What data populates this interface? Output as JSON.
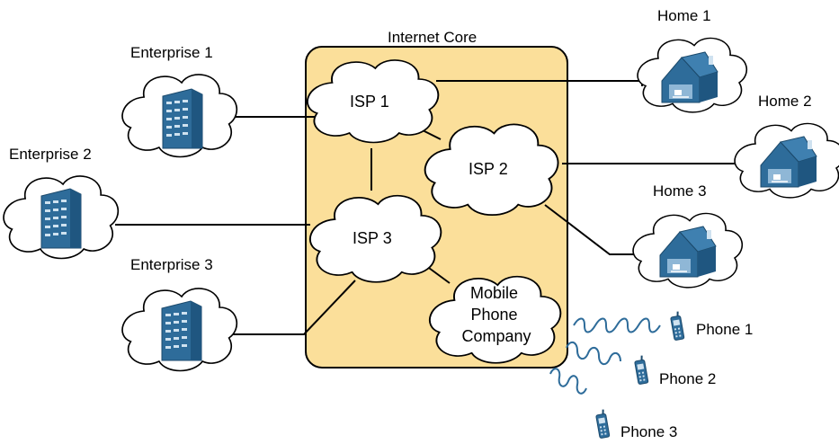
{
  "core": {
    "title": "Internet Core",
    "fill": "#fbdf9a"
  },
  "isps": {
    "isp1": {
      "label": "ISP 1"
    },
    "isp2": {
      "label": "ISP 2"
    },
    "isp3": {
      "label": "ISP 3"
    },
    "mobile": {
      "lines": [
        "Mobile",
        "Phone",
        "Company"
      ]
    }
  },
  "enterprises": [
    {
      "label": "Enterprise 1",
      "icon": "office-building-icon"
    },
    {
      "label": "Enterprise 2",
      "icon": "office-building-icon"
    },
    {
      "label": "Enterprise 3",
      "icon": "office-building-icon"
    }
  ],
  "homes": [
    {
      "label": "Home 1",
      "icon": "house-icon"
    },
    {
      "label": "Home 2",
      "icon": "house-icon"
    },
    {
      "label": "Home 3",
      "icon": "house-icon"
    }
  ],
  "phones": [
    {
      "label": "Phone 1",
      "icon": "mobile-phone-icon"
    },
    {
      "label": "Phone 2",
      "icon": "mobile-phone-icon"
    },
    {
      "label": "Phone 3",
      "icon": "mobile-phone-icon"
    }
  ],
  "colors": {
    "icon_blue": "#2e6c9a",
    "link": "#000000",
    "cloud_fill": "#ffffff"
  }
}
